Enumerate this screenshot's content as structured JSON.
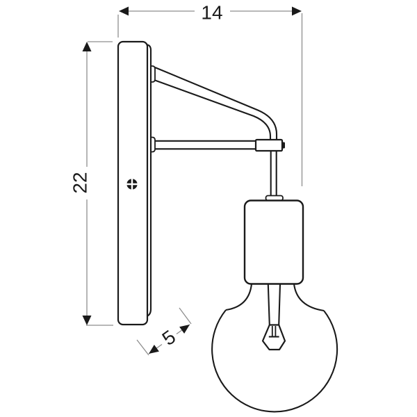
{
  "diagram": {
    "dimensions": {
      "width": "14",
      "height": "22",
      "depth": "5"
    },
    "icons": {
      "mounting_screw": "⊕"
    },
    "colors": {
      "background": "#ffffff",
      "outline": "#1a1a1a",
      "dimension_line": "#8e8e8e",
      "dimension_text": "#1a1a1a"
    }
  }
}
